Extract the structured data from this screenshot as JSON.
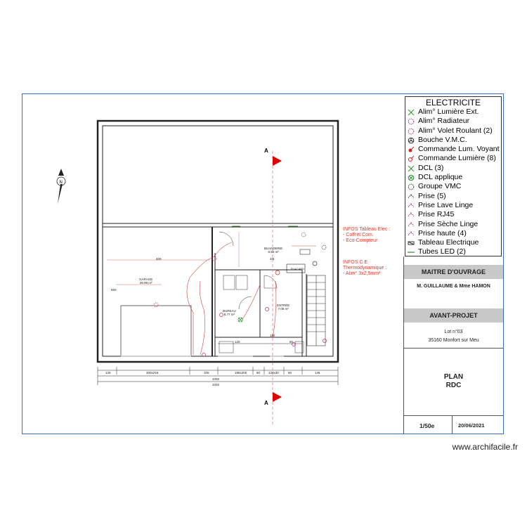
{
  "legend": {
    "title": "ELECTRICITE",
    "items": [
      {
        "label": "Alim° Lumière Ext.",
        "icon": "x-cross-icon",
        "color": "#2e8b2e"
      },
      {
        "label": "Alim° Radiateur",
        "icon": "circle-dashed-icon",
        "color": "#c0287a"
      },
      {
        "label": "Alim° Volet Roulant (2)",
        "icon": "circle-dashed-icon",
        "color": "#c0287a"
      },
      {
        "label": "Bouche V.M.C.",
        "icon": "fan-icon",
        "color": "#222222"
      },
      {
        "label": "Commande Lum. Voyant",
        "icon": "switch-voyant-icon",
        "color": "#c0282a"
      },
      {
        "label": "Commande Lumière (8)",
        "icon": "switch-icon",
        "color": "#c0282a"
      },
      {
        "label": "DCL (3)",
        "icon": "x-cross-icon",
        "color": "#2e8b2e"
      },
      {
        "label": "DCL applique",
        "icon": "circle-cross-icon",
        "color": "#2e8b2e"
      },
      {
        "label": "Groupe VMC",
        "icon": "circle-dashed-icon",
        "color": "#333333"
      },
      {
        "label": "Prise (5)",
        "icon": "outlet-icon",
        "color": "#333333"
      },
      {
        "label": "Prise Lave Linge",
        "icon": "outlet-icon",
        "color": "#c0287a"
      },
      {
        "label": "Prise RJ45",
        "icon": "outlet-icon",
        "color": "#c0287a"
      },
      {
        "label": "Prise Sèche Linge",
        "icon": "outlet-icon",
        "color": "#c0287a"
      },
      {
        "label": "Prise haute (4)",
        "icon": "outlet-icon",
        "color": "#c0287a"
      },
      {
        "label": "Tableau Electrique",
        "icon": "panel-icon",
        "color": "#333333"
      },
      {
        "label": "Tubes LED (2)",
        "icon": "line-icon",
        "color": "#2e8b2e"
      }
    ]
  },
  "cartouche": {
    "owner_header": "MAITRE D'OUVRAGE",
    "owner_name": "M. GUILLAUME & Mme HAMON",
    "phase_header": "AVANT-PROJET",
    "lot": "Lot n°03",
    "city": "35160 Monfort sur Meu",
    "plan_title_1": "PLAN",
    "plan_title_2": "RDC",
    "scale": "1/50e",
    "date": "20/06/2021"
  },
  "infos": {
    "tableau": "INFOS Tableau Elec :\n- Coffret Com.\n- Eco-Compteur",
    "ce": "INFOS C.E.\nThermodynamique :\n- Alim° 3x2,5mm²"
  },
  "plan": {
    "section_label": "A",
    "rooms": [
      {
        "name": "GARAGE",
        "area": "39.99 m²"
      },
      {
        "name": "BUREAU",
        "area": "8.77 m²"
      },
      {
        "name": "ENTRÉE",
        "area": "7.08 m²"
      },
      {
        "name": "BUANDERIE",
        "area": "6.51 m²"
      }
    ],
    "labels": {
      "closet": "PLACARD",
      "garage_width": "400",
      "garage_depth": "550",
      "stair_height": "4/8"
    },
    "dims_bottom": [
      "130",
      "300x216",
      "105",
      "185x200",
      "60",
      "120x30",
      "60",
      "145"
    ],
    "dims_total": [
      "1000",
      "1020"
    ],
    "dims_inner": [
      "120",
      "110",
      "80"
    ]
  },
  "watermark": "www.archifacile.fr",
  "colors": {
    "frame": "#3a6fc0",
    "accent_red": "#e0382b",
    "wall": "#222222",
    "green": "#2e8b2e",
    "magenta": "#c0287a"
  }
}
